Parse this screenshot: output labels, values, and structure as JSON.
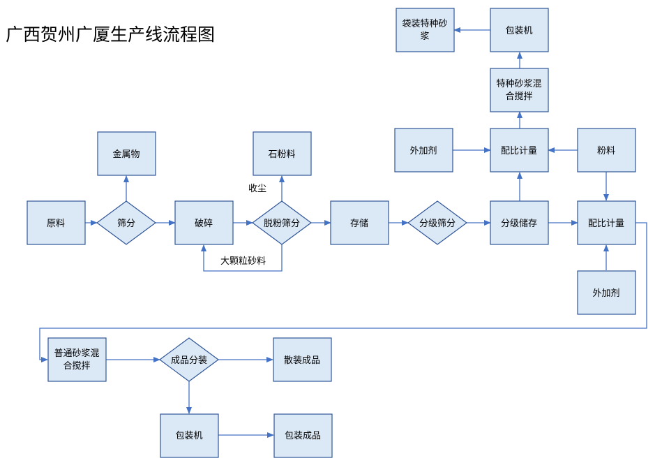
{
  "title": "广西贺州广厦生产线流程图",
  "nodes": {
    "raw": "原料",
    "screen1": "筛分",
    "metal": "金属物",
    "crush": "破碎",
    "depowder": "脱粉筛分",
    "stone_powder": "石粉料",
    "dust": "收尘",
    "coarse": "大颗粒砂料",
    "storage": "存储",
    "grading": "分级筛分",
    "graded_storage": "分级储存",
    "mix_right": "配比计量",
    "additive_bottom": "外加剂",
    "powder": "粉料",
    "mix_top": "配比计量",
    "additive_top": "外加剂",
    "special_mix": [
      "特种砂浆混",
      "合搅拌"
    ],
    "packer_top": "包装机",
    "bagged_special": [
      "袋装特种砂",
      "浆"
    ],
    "normal_mix": [
      "普通砂浆混",
      "合搅拌"
    ],
    "product_split": "成品分装",
    "bulk": "散装成品",
    "packer_bottom": "包装机",
    "packed": "包装成品"
  }
}
